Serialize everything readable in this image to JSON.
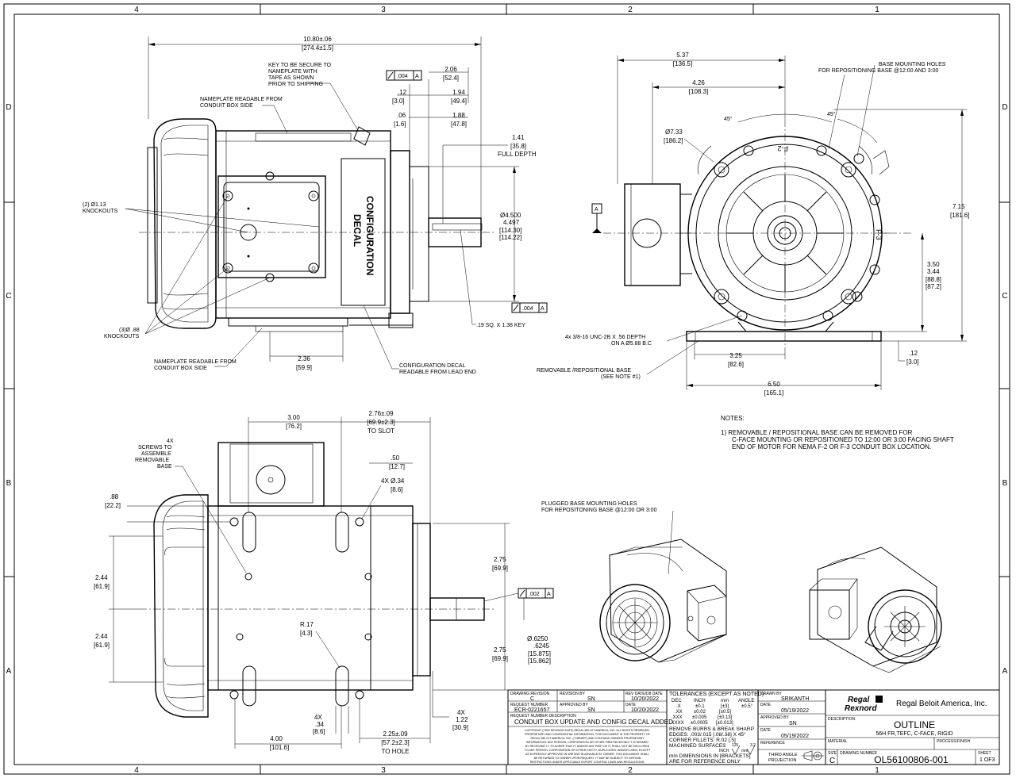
{
  "border": {
    "cols_top": [
      "4",
      "3",
      "2",
      "1"
    ],
    "cols_bottom": [
      "4",
      "3",
      "2",
      "1"
    ],
    "rows_left": [
      "D",
      "C",
      "B",
      "A"
    ],
    "rows_right": [
      "D",
      "C",
      "B",
      "A"
    ]
  },
  "side_view": {
    "overall_len": "10.80±.06",
    "overall_len_mm": "[274.4±1.5]",
    "key_note": [
      "KEY TO BE SECURE TO",
      "NAMEPLATE WITH",
      "TAPE AS SHOWN",
      "PRIOR TO SHIPPING"
    ],
    "nameplate_top": [
      "NAMEPLATE READABLE FROM",
      "CONDUIT BOX SIDE"
    ],
    "knockouts_2": [
      "(2) Ø1.13",
      "KNOCKOUTS"
    ],
    "knockouts_3": [
      "(3)Ø .88",
      "KNOCKOUTS"
    ],
    "nameplate_bottom": [
      "NAMEPLATE READABLE FROM",
      "CONDUIT BOX SIDE"
    ],
    "decal": [
      "CONFIGURATION",
      "DECAL"
    ],
    "decal_note": [
      "CONFIGURATION DECAL",
      "READABLE FROM LEAD END"
    ],
    "dim_236": "2.36",
    "dim_236_mm": "[59.9]",
    "tol_004": ".004",
    "datum_a": "A",
    "dim_12": ".12",
    "dim_12_mm": "[3.0]",
    "dim_06": ".06",
    "dim_06_mm": "[1.6]",
    "dim_206": "2.06",
    "dim_206_mm": "[52.4]",
    "dim_194": "1.94",
    "dim_194_mm": "[49.4]",
    "dim_188": "1.88",
    "dim_188_mm": "[47.8]",
    "dim_141": "1.41",
    "dim_141_mm": "[35.8]",
    "full_depth": "FULL DEPTH",
    "pilot_dia": "Ø4.500",
    "pilot_dia2": "4.497",
    "pilot_mm1": "[114.30]",
    "pilot_mm2": "[114.22]",
    "key_size": ".19 SQ. X 1.38 KEY"
  },
  "end_view": {
    "dim_537": "5.37",
    "dim_537_mm": "[136.5]",
    "dim_426": "4.26",
    "dim_426_mm": "[108.3]",
    "dia_733": "Ø7.33",
    "dia_733_mm": "[186.2]",
    "angle_45a": "45°",
    "angle_45b": "45°",
    "base_holes": [
      "BASE MOUNTING HOLES",
      "FOR REPOSITIONING BASE @12:00 AND 3:00"
    ],
    "dim_715": "7.15",
    "dim_715_mm": "[181.6]",
    "dim_350": "3.50",
    "dim_344": "3.44",
    "dim_350_mm": "[88.8]",
    "dim_344_mm": "[87.2]",
    "datum_a": "A",
    "tap_note": [
      "4x 3/8-16 UNC-2B X .56 DEPTH",
      "ON A Ø5.88 B.C"
    ],
    "base_note": [
      "REMOVABLE /REPOSITIONAL BASE",
      "(SEE NOTE #1)"
    ],
    "dim_325": "3.25",
    "dim_325_mm": "[82.6]",
    "dim_650": "6.50",
    "dim_650_mm": "[165.1]",
    "dim_12": ".12",
    "dim_12_mm": "[3.0]",
    "label_f2": "F-2",
    "label_f3": "F-3"
  },
  "notes": {
    "heading": "NOTES:",
    "lines": [
      "1)   REMOVABLE / REPOSITIONAL BASE CAN BE REMOVED FOR",
      "C-FACE MOUNTING OR REPOSITIONED TO 12:00 OR 3:00 FACING SHAFT",
      "END OF MOTOR FOR NEMA F-2 OR F-3 CONDUIT BOX LOCATION."
    ]
  },
  "bottom_view": {
    "screws": [
      "4X",
      "SCREWS TO",
      "ASSEMBLE",
      "REMOVABLE",
      "BASE"
    ],
    "dim_300": "3.00",
    "dim_300_mm": "[76.2]",
    "dim_276": "2.76±.09",
    "dim_276_mm": "[69.9±2.3]",
    "to_slot": "TO SLOT",
    "dim_50": ".50",
    "dim_50_mm": "[12.7]",
    "holes_34": "4X Ø.34",
    "holes_34_mm": "[8.6]",
    "dim_88": ".88",
    "dim_88_mm": "[22.2]",
    "dim_244a": "2.44",
    "dim_244a_mm": "[61.9]",
    "dim_244b": "2.44",
    "dim_244b_mm": "[61.9]",
    "radius": "R.17",
    "radius_mm": "[4.3]",
    "dim_275a": "2.75",
    "dim_275a_mm": "[69.9]",
    "dim_275b": "2.75",
    "dim_275b_mm": "[69.9]",
    "tol_002": ".002",
    "datum_a": "A",
    "shaft_dia1": "Ø.6250",
    "shaft_dia2": ".6245",
    "shaft_mm1": "[15.875]",
    "shaft_mm2": "[15.862]",
    "dim_4x_34": "4X",
    "dim_34": ".34",
    "dim_34_mm": "[8.6]",
    "dim_4x_122": "4X",
    "dim_122": "1.22",
    "dim_122_mm": "[30.9]",
    "dim_400": "4.00",
    "dim_400_mm": "[101.6]",
    "dim_225": "2.25±.09",
    "dim_225_mm": "[57.2±2.3]",
    "to_hole": "TO HOLE"
  },
  "iso_note": [
    "PLUGGED BASE MOUNTING HOLES",
    "FOR REPOSITONING BASE @12:00 OR 3:00"
  ],
  "title_block": {
    "drawing_revision_label": "DRAWING REVISION",
    "drawing_revision": "C",
    "revision_by_label": "REVISION BY",
    "revision_by": "SN",
    "rev_date_label": "REV DATE/D8 DATE",
    "rev_date": "10/20/2022",
    "request_number_label": "REQUEST NUMBER",
    "request_number": "ECR-0221657",
    "approved_by_label": "APPROVED BY",
    "approved_by": "SN",
    "date_label": "DATE",
    "date": "10/20/2022",
    "request_desc_label": "REQUEST NUMBER DESCRIPTION",
    "request_desc": "CONDUIT BOX UPDATE AND CONFIG DECAL ADDED",
    "copyright": [
      "COPYRIGHT (THIS REVISION DATE) REGAL BELOIT AMERICA, INC. ALL RIGHTS RESERVED.",
      "PROPRIETARY AND CONFIDENTIAL INFORMATION. THIS DOCUMENT IS THE PROPERTY OF",
      "REGAL BELOIT AMERICA, INC. (\"OWNER\") AND CONTAINS OWNERS PROPRIETARY",
      "INFORMATION. ANY PERSON, CORPORATION OR OTHER FIRM RECEIVING IT IS DEEMED",
      "BY RECEIVING IT, TO AGREE THAT IT, AND/OR ANY PART OF IT, SHALL NOT BE DISCLOSED",
      "TO ANY PERSON, CORPORATION OR OTHER ENTITY, DUPLICATED, AND/OR USED, EXCEPT",
      "AS EXPRESSLY APPROVED IN WRITING IN ADVANCE BY OWNER. THIS DOCUMENT SHALL",
      "BE RETURNED TO OWNER UPON REQUEST. IT MAY BE SUBJECT TO CERTAIN",
      "RESTRICTIONS UNDER APPLICABLE EXPORT CONTROL LAWS AND REGULATIONS."
    ],
    "tolerances_label": "TOLERANCES (EXCEPT AS NOTED)",
    "tol_dec": "DEC",
    "tol_inch": "INCH",
    "tol_mm": "mm",
    "tol_angle": "ANGLE",
    "tol_x": ".X",
    "tol_x_inch": "±0.1",
    "tol_x_mm": "[±3]",
    "tol_angle_val": "±0.5°",
    "tol_xx": ".XX",
    "tol_xx_inch": "±0.02",
    "tol_xx_mm": "[±0.5]",
    "tol_xxx": ".XXX",
    "tol_xxx_inch": "±0.005",
    "tol_xxx_mm": "[±0.13]",
    "tol_xxxx": ".XXXX",
    "tol_xxxx_inch": "±0.0005",
    "tol_xxxx_mm": "[±0.013]",
    "burrs": "REMOVE BURRS & BREAK SHARP",
    "edges": "EDGES: .003/.015 [.08/.38] X 45°",
    "corner": "CORNER FILLETS: R.02 [.5]",
    "machined": "MACHINED SURFACES",
    "machined_val": "125",
    "machined_inch": "INCH",
    "machined_mm": "mm",
    "machined_mm_val": "3.2",
    "mm_dims": "mm DIMENSIONS IN [BRACKETS]",
    "ref_only": "ARE FOR REFERENCE ONLY",
    "drawn_by_label": "DRAWN BY",
    "drawn_by": "SRIKANTH",
    "drawn_date_label": "DATE",
    "drawn_date": "05/19/2022",
    "approved2_label": "APPROVED BY",
    "approved2": "SN",
    "approved2_date_label": "DATE",
    "approved2_date": "05/19/2022",
    "reference_label": "REFERENCE",
    "third_angle": [
      "THIRD ANGLE",
      "PROJECTION"
    ],
    "logo": [
      "Regal",
      "Rexnord"
    ],
    "company": "Regal Beloit America, Inc.",
    "description_label": "DESCRIPTION",
    "title": "OUTLINE",
    "subtitle": "56H FR,TEFC, C-FACE, RIGID",
    "material_label": "MATERIAL",
    "process_label": "PROCESS/FINISH",
    "size_label": "SIZE",
    "size": "C",
    "drawing_number_label": "DRAWING NUMBER",
    "drawing_number": "OL56100806-001",
    "sheet_label": "SHEET",
    "sheet": "1 OF3"
  }
}
